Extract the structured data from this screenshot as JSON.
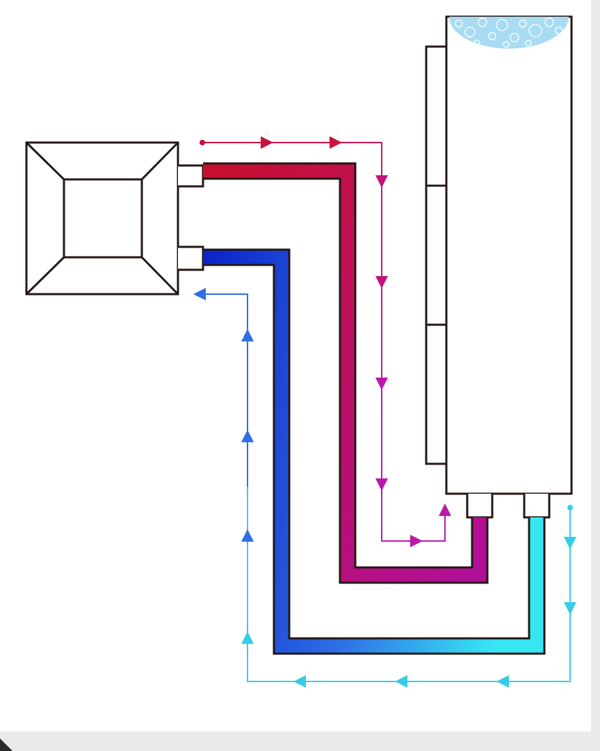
{
  "colors": {
    "background": "#ffffff",
    "frame": "#e9e9eb",
    "outline": "#231815",
    "hot_pipe_start": "#c8102e",
    "hot_pipe_end": "#b00f9a",
    "cold_pipe_start": "#0a22c8",
    "cold_pipe_end": "#36e6f2",
    "hot_arrow": "#c8133d",
    "hot_arrow_end": "#bb1aa8",
    "cold_arrow": "#2f6fe6",
    "cold_arrow_light": "#35cde6",
    "water_bubbles": "#a9dcf2"
  },
  "components": {
    "indoor_unit": "ceiling-cassette-unit",
    "tank": "storage-tank",
    "side_panel": "side-panel-3-sections",
    "hot_pipe": "supply-pipe",
    "cold_pipe": "return-pipe"
  }
}
